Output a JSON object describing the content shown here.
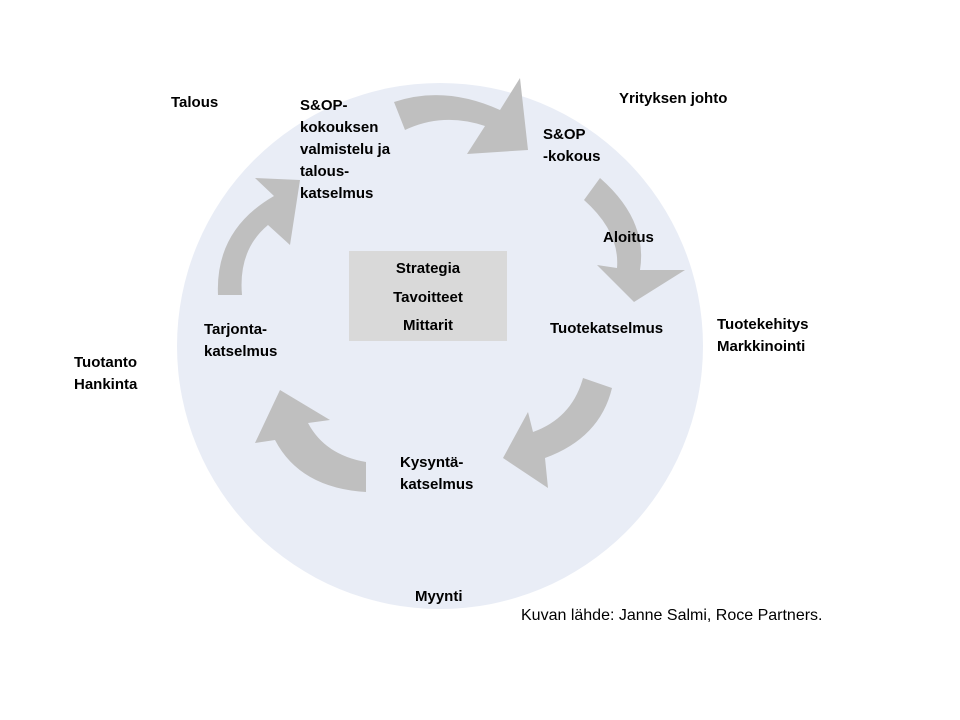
{
  "colors": {
    "circle_fill": "#e9edf6",
    "arrow_fill": "#bfbfbf",
    "center_box_fill": "#d9d9d9",
    "text": "#000000"
  },
  "center_box": {
    "line1": "Strategia",
    "line2": "Tavoitteet",
    "line3": "Mittarit"
  },
  "stages": {
    "sop_prep": "S&OP-\nkokouksen\nvalmistelu ja\ntalous-\nkatselmus",
    "sop_meeting": "S&OP\n-kokous",
    "start": "Aloitus",
    "product_review": "Tuotekatselmus",
    "demand_review": "Kysyntä-\nkatselmus",
    "supply_review": "Tarjonta-\nkatselmus"
  },
  "functions": {
    "finance": "Talous",
    "management": "Yrityksen johto",
    "product_dev": "Tuotekehitys\nMarkkinointi",
    "sales": "Myynti",
    "production": "Tuotanto\nHankinta"
  },
  "source_note": "Kuvan lähde: Janne Salmi, Roce Partners."
}
